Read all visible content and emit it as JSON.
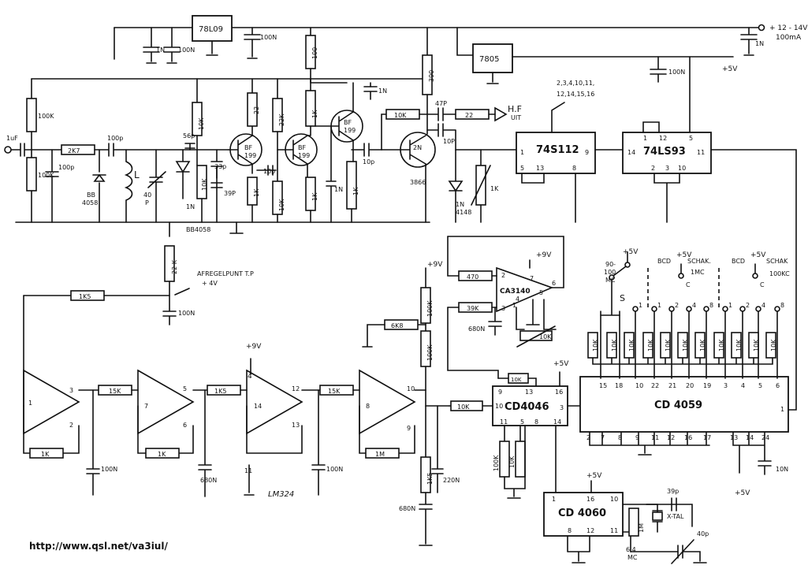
{
  "rails": {
    "vin": "+ 12 - 14V",
    "vin_current": "100mA",
    "v5_top": "+5V",
    "v9_a": "+9V",
    "v9_b": "+9V",
    "v9_c": "+9V",
    "v5_a": "+5V",
    "v5_b": "+5V",
    "v5_c": "+5V",
    "v5_d": "+5V",
    "v5_e": "+5V",
    "v5_f": "+5V",
    "v9_num": "4"
  },
  "ics": {
    "reg1": "78L09",
    "reg2": "7805",
    "div1": "74S112",
    "div2": "74LS93",
    "opamp": "CA3140",
    "pll": "CD4046",
    "counter": "CD 4059",
    "osc": "CD 4060",
    "quad": "LM324"
  },
  "transistors": {
    "t1": [
      "BF",
      "199"
    ],
    "t2": [
      "BF",
      "199"
    ],
    "t3": [
      "BF",
      "199"
    ],
    "t4": [
      "2N",
      "3866"
    ]
  },
  "parts": {
    "c_1n_a": "1N",
    "c_100n_a": "100N",
    "c_100n_b": "100N",
    "c_1n_top": "1N",
    "r_100k_a": "100K",
    "r_100k_b": "100K",
    "c_1uf": "1uF",
    "r_2k7": "2K7",
    "c_100p_a": "100p",
    "c_100p_b": "100p",
    "d_bb_a": "BB",
    "d_bb_a2": "4058",
    "ind": "L",
    "c_40p": "40",
    "c_40p_unit": "P",
    "c_56p": "56p",
    "r_10k_a": "10K",
    "r_22_a": "22",
    "c_33p": "33p",
    "c_39p": "39P",
    "r_1k_a": "1K",
    "c_10p_a": "10p",
    "r_22k": "22K",
    "r_100": "100",
    "r_1k_b": "1K",
    "r_10k_b": "10K",
    "r_10k_c": "10K",
    "r_1k_c": "1K",
    "c_1n_b": "1N",
    "r_1k_d": "1K",
    "c_10p_b": "10p",
    "c_1n_c": "1N",
    "d_bb_b": "BB4058",
    "c_1n_d": "1N",
    "r_390": "390",
    "c_47p": "47P",
    "r_22_b": "22",
    "hf_out": "H.F",
    "hf_out2": "UIT",
    "r_10k_d": "10K",
    "c_10p_c": "10P",
    "d_1n4148": "1N",
    "d_1n4148b": "4148",
    "pot_1k": "1K",
    "r_22k_b": "22 K",
    "tp_label": "AFREGELPUNT  T.P",
    "tp_volt": "+ 4V",
    "c_100n_tp": "100N",
    "r_1k5_a": "1K5",
    "r_470": "470",
    "r_39k": "39K",
    "c_680n_a": "680N",
    "pot_10k": "10K",
    "r_6k8": "6K8",
    "r_100k_c": "100K",
    "r_100k_d": "100K",
    "r_10k_pll": "10K",
    "r_10k_e": "10K",
    "r_15k_a": "15K",
    "r_1k5_b": "1K5",
    "r_15k_b": "15K",
    "r_1k_e": "1K",
    "r_1k_f": "1K",
    "r_1m_a": "1M",
    "c_100n_c": "100N",
    "c_680n_b": "680N",
    "c_100n_d": "100N",
    "c_220n": "220N",
    "r_1k5_c": "1K5",
    "c_680n_c": "680N",
    "r_100k_e": "100K",
    "r_10k_f": "10K",
    "r_1m_b": "1M",
    "c_39p_x": "39p",
    "xtal": "X-TAL",
    "c_40p_x": "40p",
    "xtal_freq": "6,4",
    "xtal_unit": "MC",
    "c_10n": "10N",
    "c_100n_e": "100N",
    "div_list_1": "2,3,4,10,11,",
    "div_list_2": "12,14,15,16",
    "sw_range": "90-",
    "sw_range2": "100",
    "sw_range3": "MC",
    "sw_s": "S",
    "bcd1": "BCD",
    "schak1": "SCHAK.",
    "mc1": "1MC",
    "bcd2": "BCD",
    "schak2": "SCHAK",
    "kc2": "100KC",
    "c_lbl1": "C",
    "c_lbl2": "C"
  },
  "url": "http://www.qsl.net/va3iul/"
}
